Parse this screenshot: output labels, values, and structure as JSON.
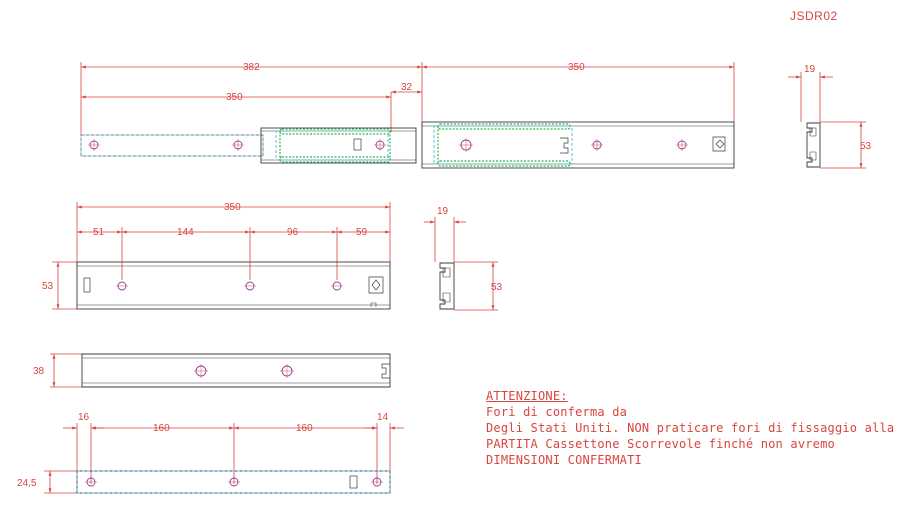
{
  "drawing_code": "JSDR02",
  "note": {
    "heading": "ATTENZIONE:",
    "lines": [
      "Fori di conferma da",
      "Degli Stati Uniti. NON praticare fori di fissaggio alla",
      "PARTITA Cassettone Scorrevole finché non avremo",
      "DIMENSIONI CONFERMATI"
    ]
  },
  "dimensions": {
    "top_total": "382",
    "top_inner": "350",
    "top_gap": "32",
    "top_right": "350",
    "end_top_w": "19",
    "end_top_h": "53",
    "mid_total": "350",
    "mid_a": "51",
    "mid_b": "144",
    "mid_c": "96",
    "mid_d": "59",
    "mid_h": "53",
    "end_mid_w": "19",
    "end_mid_h": "53",
    "lower_h": "38",
    "bottom_a": "16",
    "bottom_b": "160",
    "bottom_c": "160",
    "bottom_d": "14",
    "bottom_h": "24,5"
  },
  "colors": {
    "dimension": "#d9453f",
    "outline": "#3b3b3b",
    "hidden": "#52b8d6",
    "balls": "#2fb84a",
    "holes": "#8a3fa8"
  }
}
